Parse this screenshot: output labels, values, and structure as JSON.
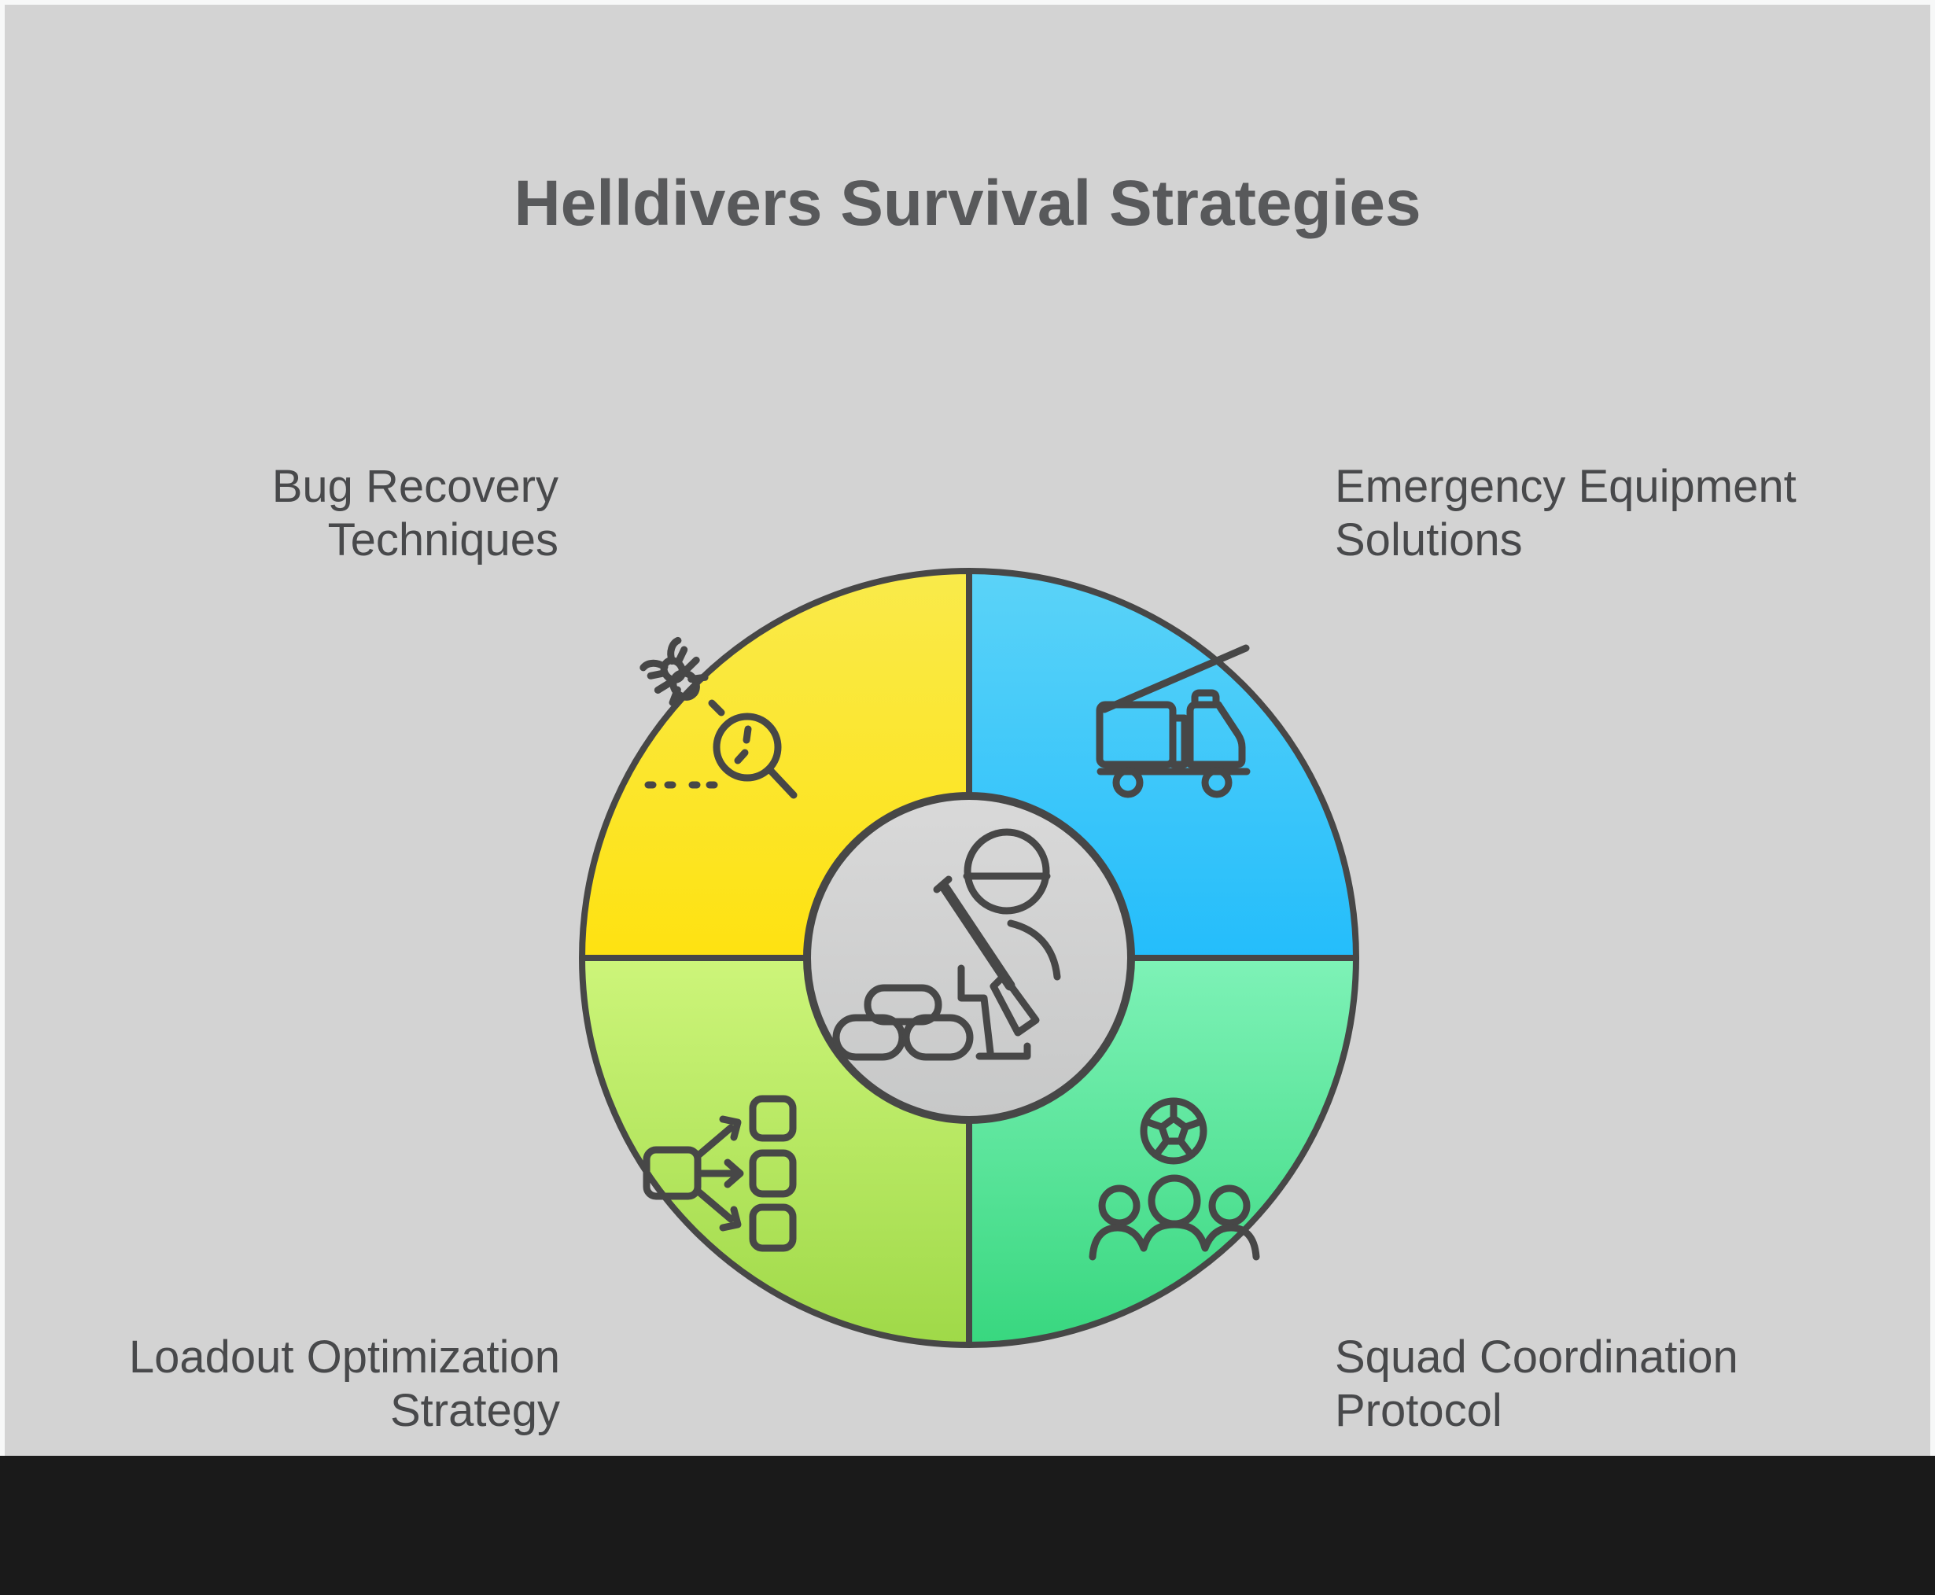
{
  "title": "Helldivers Survival Strategies",
  "labels": {
    "top_left": {
      "line1": "Bug Recovery",
      "line2": "Techniques"
    },
    "top_right": {
      "line1": "Emergency Equipment",
      "line2": "Solutions"
    },
    "bottom_left": {
      "line1": "Loadout Optimization",
      "line2": "Strategy"
    },
    "bottom_right": {
      "line1": "Squad Coordination",
      "line2": "Protocol"
    }
  },
  "colors": {
    "page_background": "#f7f8f8",
    "canvas_background": "#d3d3d3",
    "footer_bar": "#1a1a1a",
    "outline_stroke": "#474747",
    "title_text": "#58595b",
    "label_text": "#48494b",
    "center_top": "#d9d9d9",
    "center_bottom": "#c7c8c8"
  },
  "chart_data": {
    "type": "pie",
    "title": "Helldivers Survival Strategies",
    "legend_position": "corner-labels",
    "center_icon": "soldier-behind-sandbags",
    "segments": [
      {
        "label": "Bug Recovery Techniques",
        "value_pct": 25,
        "quadrant": "top-left",
        "icon": "bug-magnifier",
        "color_top": "#f9ea4b",
        "color_bottom": "#fee211"
      },
      {
        "label": "Emergency Equipment Solutions",
        "value_pct": 25,
        "quadrant": "top-right",
        "icon": "fire-truck",
        "color_top": "#5bd3f8",
        "color_bottom": "#24bdfb"
      },
      {
        "label": "Loadout Optimization Strategy",
        "value_pct": 25,
        "quadrant": "bottom-left",
        "icon": "flowchart",
        "color_top": "#cdf57a",
        "color_bottom": "#9fd948"
      },
      {
        "label": "Squad Coordination Protocol",
        "value_pct": 25,
        "quadrant": "bottom-right",
        "icon": "team-soccer-ball",
        "color_top": "#7ef2b7",
        "color_bottom": "#38d77f"
      }
    ]
  }
}
